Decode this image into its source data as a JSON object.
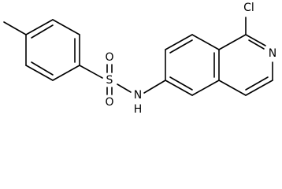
{
  "structure": {
    "atoms": {
      "sulfur": "S",
      "oxygen_top": "O",
      "oxygen_bottom": "O",
      "nitrogen_amide": "N",
      "hydrogen_amide": "H",
      "chlorine": "Cl",
      "nitrogen_ring": "N"
    },
    "colors": {
      "bond": "#000000",
      "label": "#000000",
      "background": "#ffffff"
    }
  }
}
